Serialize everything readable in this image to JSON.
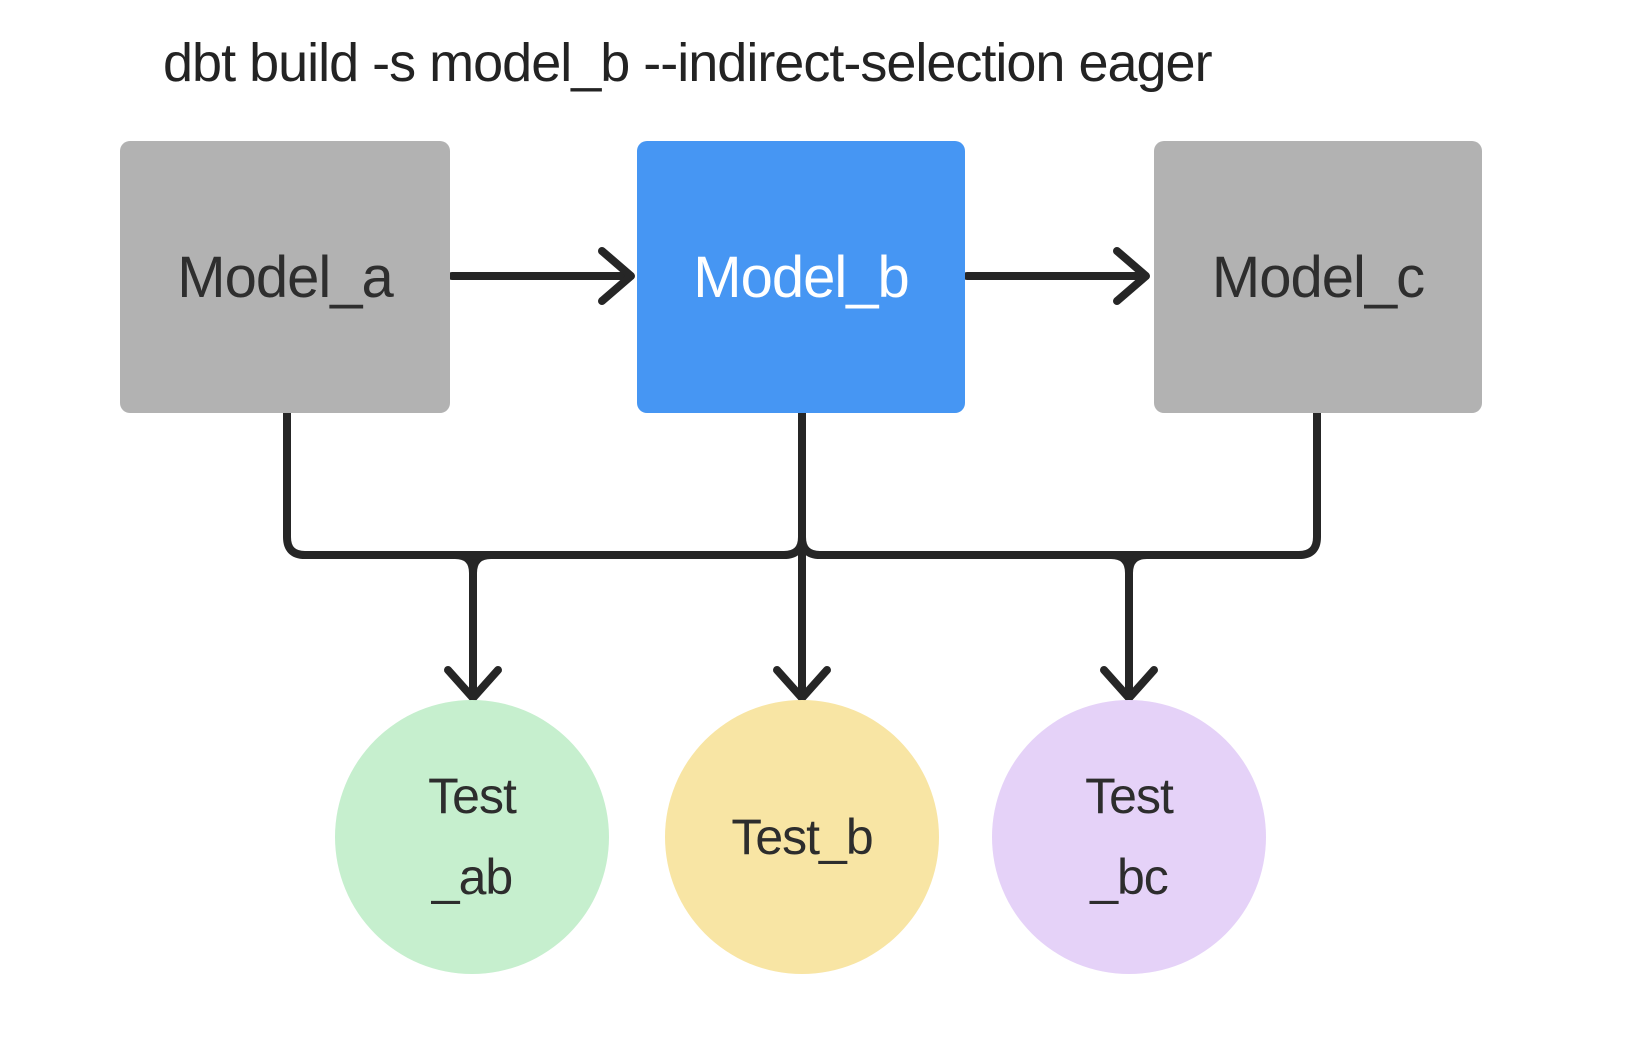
{
  "title": "dbt build -s model_b --indirect-selection eager",
  "diagram": {
    "models": [
      {
        "id": "model_a",
        "label": "Model_a",
        "fill": "#b2b2b2",
        "text_color": "#2e2e2e",
        "selected": false
      },
      {
        "id": "model_b",
        "label": "Model_b",
        "fill": "#4696f3",
        "text_color": "#ffffff",
        "selected": true
      },
      {
        "id": "model_c",
        "label": "Model_c",
        "fill": "#b2b2b2",
        "text_color": "#2e2e2e",
        "selected": false
      }
    ],
    "tests": [
      {
        "id": "test_ab",
        "label_lines": [
          "Test",
          "_ab"
        ],
        "fill": "#c6efce"
      },
      {
        "id": "test_b",
        "label_lines": [
          "Test_b"
        ],
        "fill": "#f8e5a4"
      },
      {
        "id": "test_bc",
        "label_lines": [
          "Test",
          "_bc"
        ],
        "fill": "#e5d2f8"
      }
    ],
    "edges": [
      {
        "from": "Model_a",
        "to": "Model_b",
        "type": "arrow"
      },
      {
        "from": "Model_b",
        "to": "Model_c",
        "type": "arrow"
      },
      {
        "from": "Model_a / Model_b / Model_c",
        "to": "Test_ab / Test_b / Test_bc",
        "type": "merged-bus-arrows"
      }
    ],
    "connector_color": "#262626",
    "background_color": "#ffffff"
  }
}
